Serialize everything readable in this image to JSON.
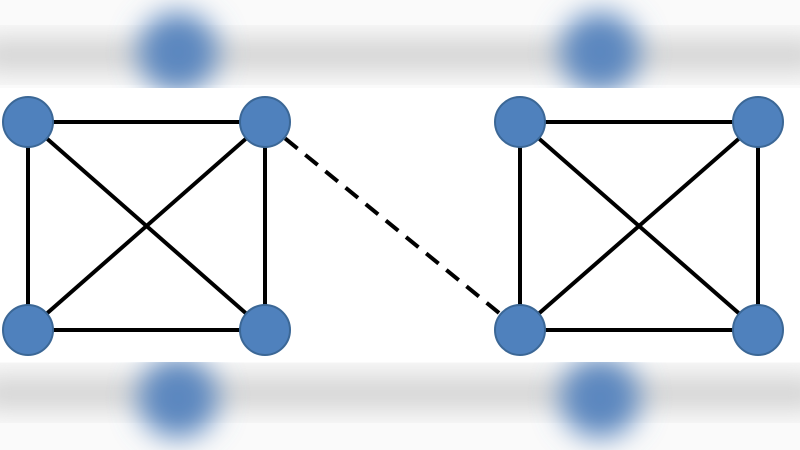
{
  "colors": {
    "node_fill": "#4F81BD",
    "node_stroke": "#3B6796",
    "edge": "#000000",
    "background": "#FFFFFF"
  },
  "graph": {
    "nodes": [
      "A1",
      "A2",
      "A3",
      "A4",
      "B1",
      "B2",
      "B3",
      "B4"
    ],
    "edges": [
      {
        "from": "A1",
        "to": "A2",
        "style": "solid"
      },
      {
        "from": "A1",
        "to": "A3",
        "style": "solid"
      },
      {
        "from": "A1",
        "to": "A4",
        "style": "solid"
      },
      {
        "from": "A2",
        "to": "A3",
        "style": "solid"
      },
      {
        "from": "A2",
        "to": "A4",
        "style": "solid"
      },
      {
        "from": "A3",
        "to": "A4",
        "style": "solid"
      },
      {
        "from": "B1",
        "to": "B2",
        "style": "solid"
      },
      {
        "from": "B1",
        "to": "B3",
        "style": "solid"
      },
      {
        "from": "B1",
        "to": "B4",
        "style": "solid"
      },
      {
        "from": "B2",
        "to": "B3",
        "style": "solid"
      },
      {
        "from": "B2",
        "to": "B4",
        "style": "solid"
      },
      {
        "from": "B3",
        "to": "B4",
        "style": "solid"
      },
      {
        "from": "A2",
        "to": "B3",
        "style": "dashed"
      }
    ]
  }
}
